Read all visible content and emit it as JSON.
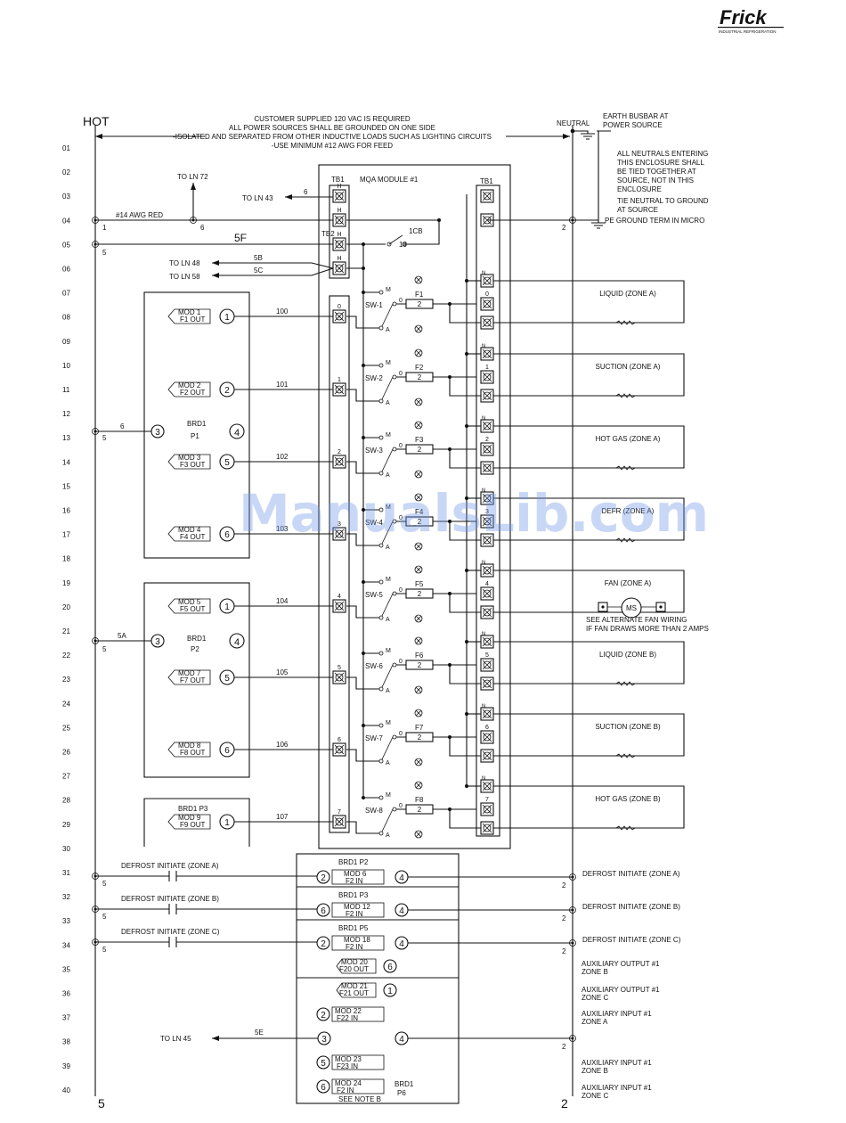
{
  "brand": {
    "name": "Frick",
    "sub": "INDUSTRIAL REFRIGERATION"
  },
  "watermark": "ManualsLib.com",
  "rails": {
    "hot": "HOT",
    "neutral": "NEUTRAL",
    "hot_bottom": "5",
    "neutral_bottom": "2"
  },
  "notes": {
    "supply": [
      "CUSTOMER SUPPLIED 120 VAC IS REQUIRED",
      "ALL POWER SOURCES SHALL BE GROUNDED ON ONE SIDE",
      "-ISOLATED AND SEPARATED FROM OTHER INDUCTIVE LOADS SUCH AS LIGHTING CIRCUITS",
      "-USE MINIMUM #12 AWG FOR FEED"
    ],
    "earth": [
      "EARTH BUSBAR AT",
      "POWER SOURCE"
    ],
    "neutrals": [
      "ALL NEUTRALS ENTERING",
      "THIS ENCLOSURE SHALL",
      "BE TIED TOGETHER AT",
      "SOURCE, NOT IN THIS",
      "ENCLOSURE"
    ],
    "tie": [
      "TIE NEUTRAL TO GROUND",
      "AT SOURCE"
    ],
    "pe": "PE GROUND TERM IN MICRO",
    "fan_alt": [
      "SEE ALTERNATE FAN WIRING",
      "IF FAN DRAWS MORE THAN 2 AMPS"
    ]
  },
  "line_numbers": [
    "01",
    "02",
    "03",
    "04",
    "05",
    "06",
    "07",
    "08",
    "09",
    "10",
    "11",
    "12",
    "13",
    "14",
    "15",
    "16",
    "17",
    "18",
    "19",
    "20",
    "21",
    "22",
    "23",
    "24",
    "25",
    "26",
    "27",
    "28",
    "29",
    "30",
    "31",
    "32",
    "33",
    "34",
    "35",
    "36",
    "37",
    "38",
    "39",
    "40"
  ],
  "labels": {
    "to_ln72": "TO LN 72",
    "to_ln43": "TO LN 43",
    "w6": "6",
    "awg": "#14 AWG RED",
    "n1": "1",
    "n6": "6",
    "n2": "2",
    "n5": "5",
    "w5f": "5F",
    "to_ln48": "TO LN 48",
    "to_ln58": "TO LN 58",
    "w5b": "5B",
    "w5c": "5C",
    "tb2": "TB2",
    "tb1": "TB1",
    "module": "MQA MODULE #1",
    "cb": "1CB",
    "cb10": "10",
    "h": "H",
    "w5a": "5A",
    "to_ln45": "TO LN 45",
    "w5e": "5E",
    "m": "M",
    "a": "A",
    "o": "0"
  },
  "boards": [
    {
      "title": "BRD1",
      "sub": "P1",
      "l": "3",
      "r": "4"
    },
    {
      "title": "BRD1",
      "sub": "P2",
      "l": "3",
      "r": "4"
    },
    {
      "title": "BRD1 P3"
    }
  ],
  "mods": [
    {
      "l1": "MOD 1",
      "l2": "F1 OUT",
      "pin": "1"
    },
    {
      "l1": "MOD 2",
      "l2": "F2 OUT",
      "pin": "2"
    },
    {
      "l1": "MOD 3",
      "l2": "F3 OUT",
      "pin": "5"
    },
    {
      "l1": "MOD 4",
      "l2": "F4 OUT",
      "pin": "6"
    },
    {
      "l1": "MOD 5",
      "l2": "F5 OUT",
      "pin": "1"
    },
    {
      "l1": "MOD 7",
      "l2": "F7 OUT",
      "pin": "5"
    },
    {
      "l1": "MOD 8",
      "l2": "F8 OUT",
      "pin": "6"
    },
    {
      "l1": "MOD 9",
      "l2": "F9 OUT",
      "pin": "1"
    }
  ],
  "circuits": [
    {
      "wire": "100",
      "tb2": "0",
      "sw": "SW-1",
      "fuse": "F1",
      "fnum": "2",
      "tb1a": "0",
      "load": "LIQUID (ZONE A)"
    },
    {
      "wire": "101",
      "tb2": "1",
      "sw": "SW-2",
      "fuse": "F2",
      "fnum": "2",
      "tb1a": "1",
      "load": "SUCTION (ZONE A)"
    },
    {
      "wire": "102",
      "tb2": "2",
      "sw": "SW-3",
      "fuse": "F3",
      "fnum": "2",
      "tb1a": "2",
      "load": "HOT GAS (ZONE A)"
    },
    {
      "wire": "103",
      "tb2": "3",
      "sw": "SW-4",
      "fuse": "F4",
      "fnum": "2",
      "tb1a": "3",
      "load": "DEFR (ZONE A)"
    },
    {
      "wire": "104",
      "tb2": "4",
      "sw": "SW-5",
      "fuse": "F5",
      "fnum": "2",
      "tb1a": "4",
      "load": "FAN (ZONE A)"
    },
    {
      "wire": "105",
      "tb2": "5",
      "sw": "SW-6",
      "fuse": "F6",
      "fnum": "2",
      "tb1a": "5",
      "load": "LIQUID (ZONE B)"
    },
    {
      "wire": "106",
      "tb2": "6",
      "sw": "SW-7",
      "fuse": "F7",
      "fnum": "2",
      "tb1a": "6",
      "load": "SUCTION (ZONE B)"
    },
    {
      "wire": "107",
      "tb2": "7",
      "sw": "SW-8",
      "fuse": "F8",
      "fnum": "2",
      "tb1a": "7",
      "load": "HOT GAS (ZONE B)"
    }
  ],
  "fan_motor": "MS",
  "inputs": [
    {
      "left": "DEFROST INITIATE (ZONE A)",
      "brd": "BRD1 P2",
      "pin_l": "2",
      "m1": "MOD 6",
      "m2": "F2 IN",
      "pin_r": "4",
      "right": "DEFROST INITIATE (ZONE A)"
    },
    {
      "left": "DEFROST INITIATE (ZONE B)",
      "brd": "BRD1 P3",
      "pin_l": "6",
      "m1": "MOD 12",
      "m2": "F2 IN",
      "pin_r": "4",
      "right": "DEFROST INITIATE (ZONE B)"
    },
    {
      "left": "DEFROST INITIATE (ZONE C)",
      "brd": "BRD1 P5",
      "pin_l": "2",
      "m1": "MOD 18",
      "m2": "F2 IN",
      "pin_r": "4",
      "right": "DEFROST INITIATE (ZONE C)"
    }
  ],
  "bottom": {
    "mod20": [
      "MOD 20",
      "F20 OUT"
    ],
    "pin20": "6",
    "mod21": [
      "MOD 21",
      "F21 OUT"
    ],
    "pin21": "1",
    "mod22": [
      "MOD 22",
      "F22 IN"
    ],
    "pin22": "2",
    "pin3": "3",
    "pin4": "4",
    "mod23": [
      "MOD 23",
      "F23 IN"
    ],
    "pin23": "5",
    "mod24": [
      "MOD 24",
      "F2 IN"
    ],
    "pin24": "6",
    "brd": [
      "BRD1",
      "P6"
    ],
    "note": "SEE NOTE B"
  },
  "aux": [
    [
      "AUXILIARY OUTPUT #1",
      "ZONE B"
    ],
    [
      "AUXILIARY OUTPUT #1",
      "ZONE C"
    ],
    [
      "AUXILIARY INPUT #1",
      "ZONE A"
    ],
    [
      "AUXILIARY INPUT #1",
      "ZONE B"
    ],
    [
      "AUXILIARY INPUT #1",
      "ZONE C"
    ]
  ]
}
